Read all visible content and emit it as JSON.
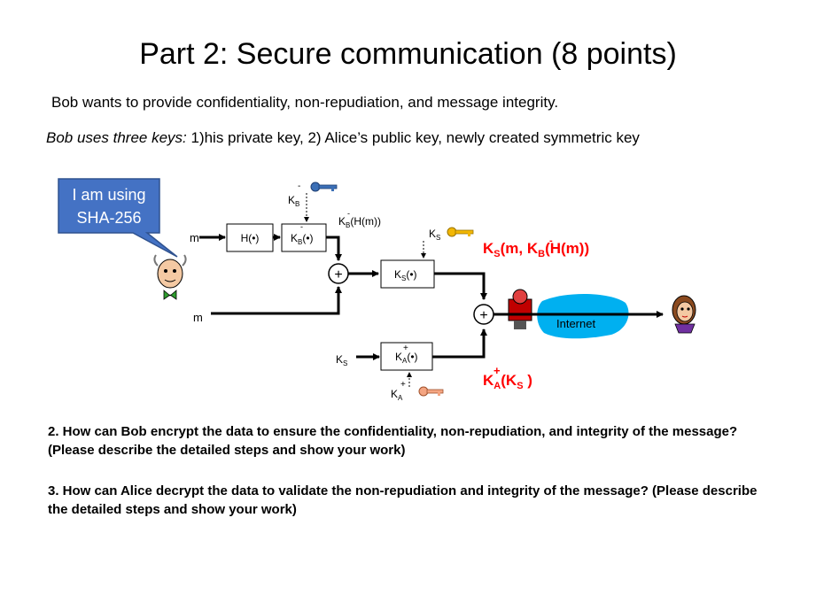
{
  "slide": {
    "title": "Part 2: Secure communication (8 points)",
    "intro": "Bob wants to provide confidentiality, non-repudiation, and message integrity.",
    "keys_lead": "Bob uses three keys:",
    "keys_rest": " 1)his private key, 2) Alice’s public key, newly created symmetric key"
  },
  "diagram": {
    "callout_line1": "I am using",
    "callout_line2": "SHA-256",
    "callout_color": "#4472C4",
    "input_m_top": "m",
    "input_m_bottom": "m",
    "hash_box": "H(•)",
    "kb_base": "K",
    "kb_sub": "B",
    "kb_sup": "-",
    "sign_box_arg": "(•)",
    "signed_hash_arg": "(H(m))",
    "ks_base": "K",
    "ks_sub": "S",
    "sym_box_arg": "(•)",
    "ka_base": "K",
    "ka_sub": "A",
    "ka_sup": "+",
    "pub_box_arg": "(•)",
    "plus": "+",
    "red_label_1_a": "K",
    "red_label_1_sub": "S",
    "red_label_1_b": "(m, K",
    "red_label_1_sub2": "B",
    "red_label_1_sup2": "-",
    "red_label_1_c": "(H(m))",
    "red_label_2_a": "K",
    "red_label_2_sup": "+",
    "red_label_2_sub": "A",
    "red_label_2_b": "(K",
    "red_label_2_sub2": "S",
    "red_label_2_c": " )",
    "internet_label": "Internet",
    "red_color": "#FF0000",
    "internet_color": "#00B0F0",
    "icons": [
      "bob-icon",
      "alice-icon",
      "trudy-icon",
      "key-icon"
    ]
  },
  "questions": {
    "q2": "2.  How can Bob encrypt the data to ensure the confidentiality, non-repudiation, and integrity of the message? (Please describe the detailed steps and show your work)",
    "q3": "3. How can Alice decrypt the data to validate the non-repudiation and integrity of the message? (Please describe the detailed steps and show your work)"
  }
}
